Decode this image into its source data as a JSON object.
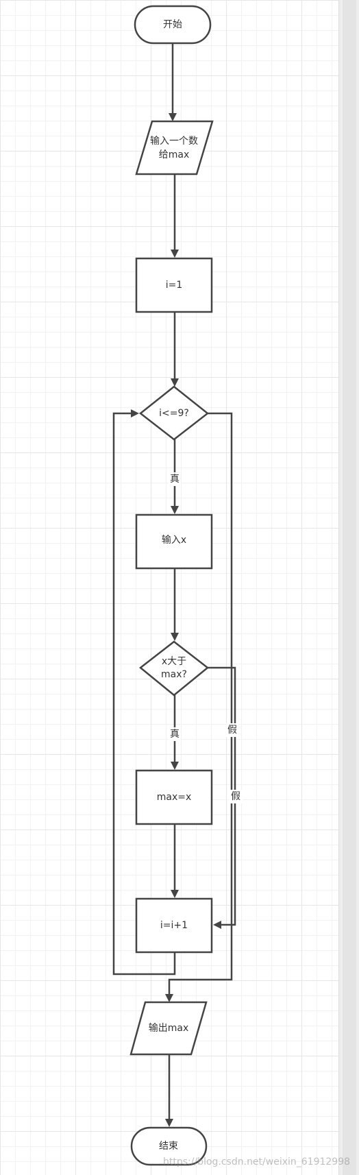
{
  "colors": {
    "stroke": "#444444",
    "text": "#333333",
    "grid": "#e6e6e6",
    "background": "#ffffff"
  },
  "nodes": {
    "start": "开始",
    "input_max": [
      "输入一个数",
      "给max"
    ],
    "init_i": "i=1",
    "cond_i": "i<=9?",
    "input_x": "输入x",
    "cond_x": [
      "x大于",
      "max?"
    ],
    "assign_max": "max=x",
    "increment": "i=i+1",
    "output_max": "输出max",
    "end": "结束"
  },
  "edge_labels": {
    "cond_i_true": "真",
    "cond_x_true": "真",
    "cond_x_false": "假",
    "cond_i_false": "假"
  },
  "watermark": "https://blog.csdn.net/weixin_61912998"
}
